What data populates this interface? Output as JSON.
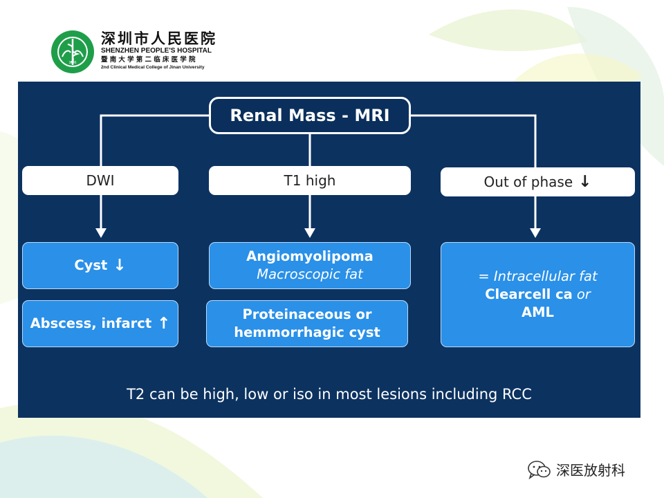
{
  "header": {
    "name_cn": "深圳市人民医院",
    "name_en": "SHENZHEN PEOPLE'S HOSPITAL",
    "affiliation_cn": "暨南大学第二临床医学院",
    "affiliation_en": "2nd Clinical Medical College of Jinan University",
    "logo_year": "1946"
  },
  "diagram": {
    "title": "Renal Mass - MRI",
    "branches": [
      {
        "label": "DWI",
        "label_arrow": "",
        "results": [
          {
            "text": "Cyst",
            "arrow": "↓"
          },
          {
            "text": "Abscess, infarct",
            "arrow": "↑"
          }
        ]
      },
      {
        "label": "T1 high",
        "label_arrow": "",
        "results": [
          {
            "text": "Angiomyolipoma",
            "subtext": "Macroscopic fat"
          },
          {
            "line1": "Proteinaceous or",
            "line2": "hemmorrhagic cyst"
          }
        ]
      },
      {
        "label": "Out of phase",
        "label_arrow": "↓",
        "results": [
          {
            "line1": "= Intracellular fat",
            "line2a": "Clearcell ca",
            "line2b": "or",
            "line3": "AML"
          }
        ]
      }
    ],
    "footnote": "T2 can be high, low or iso in most lesions including RCC"
  },
  "watermark": {
    "text": "深医放射科",
    "icon": "wechat-icon"
  },
  "colors": {
    "panel_bg": "#0c3260",
    "result_box": "#2a90e8",
    "label_box": "#ffffff",
    "logo_green": "#1f9e4a"
  }
}
